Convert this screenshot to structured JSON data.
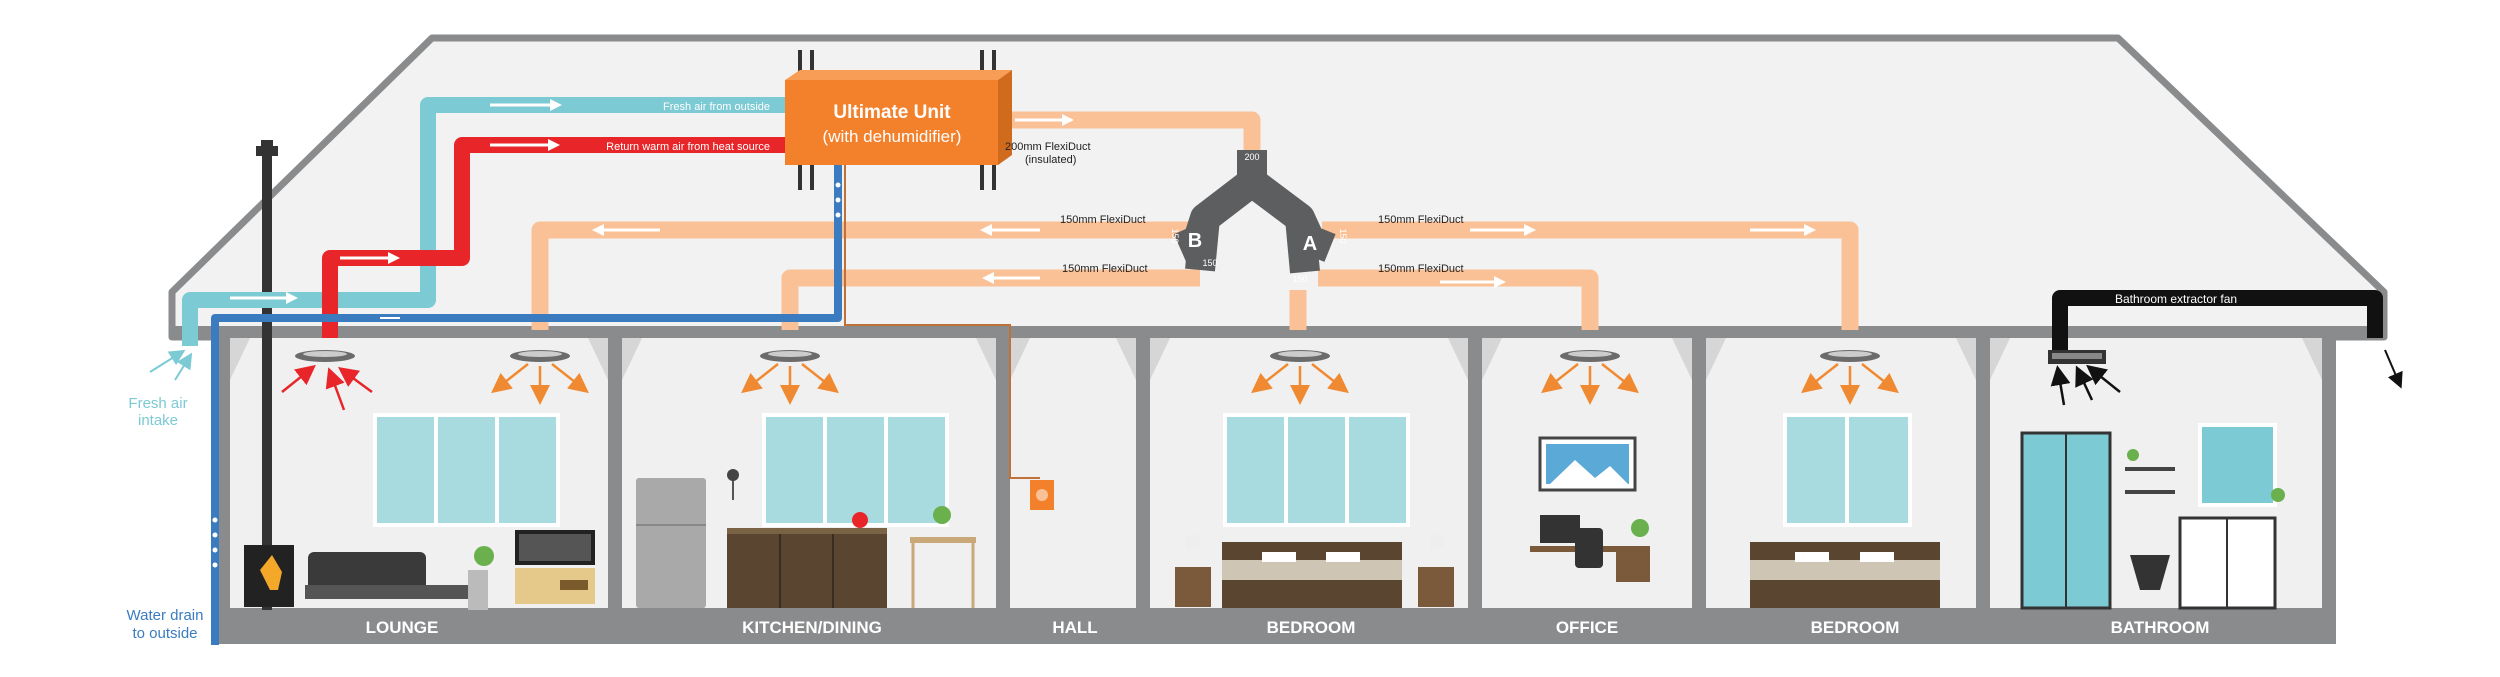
{
  "unit": {
    "title": "Ultimate Unit",
    "subtitle": "(with dehumidifier)"
  },
  "duct_labels": {
    "fresh_air": "Fresh air from outside",
    "return_air": "Return warm air from heat source",
    "main_duct_line1": "200mm FlexiDuct",
    "main_duct_line2": "(insulated)",
    "b_upper": "150mm FlexiDuct",
    "b_lower": "150mm FlexiDuct",
    "a_upper": "150mm FlexiDuct",
    "a_lower": "150mm FlexiDuct",
    "extractor": "Bathroom extractor fan"
  },
  "junctions": {
    "b": "B",
    "a": "A",
    "size_200": "200",
    "size_150": "150"
  },
  "side_labels": {
    "fresh_intake_1": "Fresh air",
    "fresh_intake_2": "intake",
    "water_drain_1": "Water drain",
    "water_drain_2": "to outside"
  },
  "rooms": [
    "LOUNGE",
    "KITCHEN/DINING",
    "HALL",
    "BEDROOM",
    "OFFICE",
    "BEDROOM",
    "BATHROOM"
  ],
  "colors": {
    "roof": "#8a8b8d",
    "attic": "#f2f2f2",
    "fresh": "#7ccad3",
    "warm": "#e8262a",
    "supply": "#fbc196",
    "drain": "#3b7cc0",
    "unit": "#f3812c",
    "junction": "#5d5e60",
    "floor": "#8a8b8d",
    "arrow": "#f08a32",
    "extractor": "#111111"
  }
}
